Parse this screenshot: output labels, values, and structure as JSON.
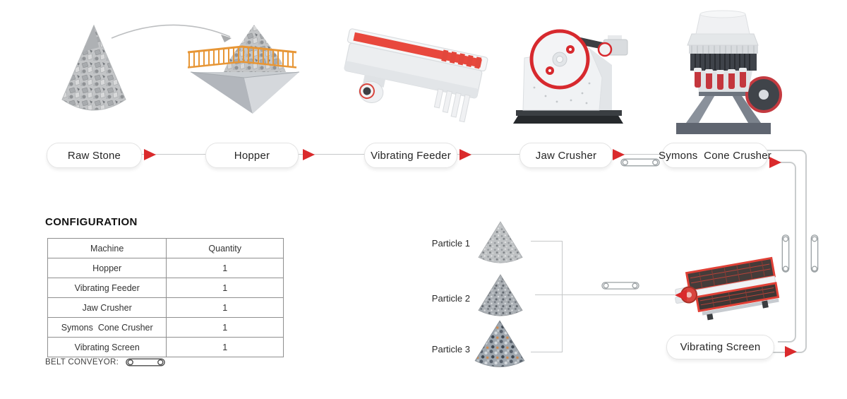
{
  "flow": {
    "stages": [
      {
        "label": "Raw Stone"
      },
      {
        "label": "Hopper"
      },
      {
        "label": "Vibrating Feeder"
      },
      {
        "label": "Jaw Crusher"
      },
      {
        "label": "Symons  Cone Crusher"
      }
    ],
    "screen": {
      "label": "Vibrating Screen"
    }
  },
  "particles": {
    "items": [
      {
        "label": "Particle 1"
      },
      {
        "label": "Particle 2"
      },
      {
        "label": "Particle 3"
      }
    ]
  },
  "configuration": {
    "title": "CONFIGURATION",
    "table": {
      "headers": [
        "Machine",
        "Quantity"
      ],
      "rows": [
        [
          "Hopper",
          "1"
        ],
        [
          "Vibrating Feeder",
          "1"
        ],
        [
          "Jaw Crusher",
          "1"
        ],
        [
          "Symons  Cone Crusher",
          "1"
        ],
        [
          "Vibrating Screen",
          "1"
        ]
      ]
    },
    "belt_conveyor_label": "BELT CONVEYOR:"
  },
  "colors": {
    "arrow_red": "#da2a2c",
    "line_gray": "#c8cacb",
    "machine_red": "#e8483d",
    "rail_orange": "#e79636",
    "pill_border": "#e4e4e4",
    "table_border": "#8f8f8f"
  }
}
